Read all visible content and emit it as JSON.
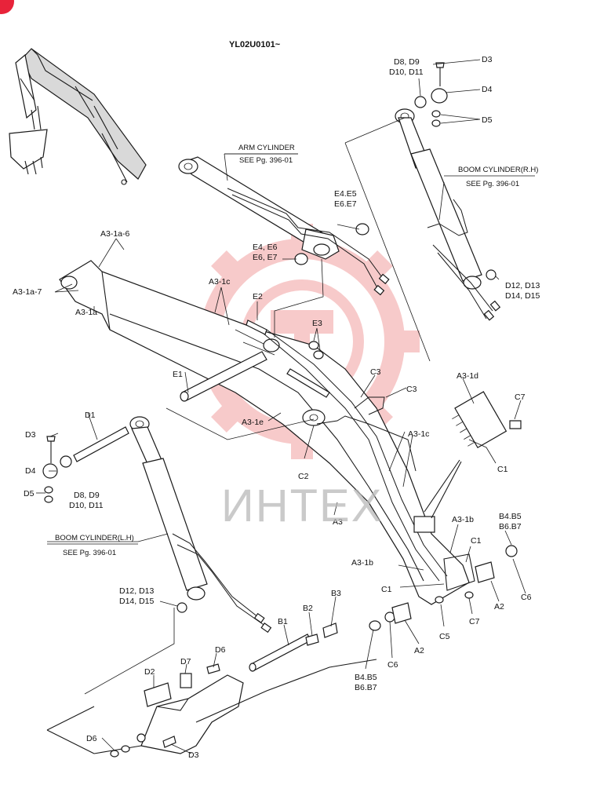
{
  "serial_range": "YL02U0101~",
  "watermark": "ИНТЕХ",
  "badge_color": "#e8233a",
  "watermark_gear_color": "#f2a0a0",
  "references": {
    "arm_cylinder": {
      "name": "ARM CYLINDER",
      "see": "SEE Pg. 396-01"
    },
    "boom_cylinder_rh": {
      "name": "BOOM CYLINDER(R.H)",
      "see": "SEE Pg. 396-01"
    },
    "boom_cylinder_lh": {
      "name": "BOOM CYLINDER(L.H)",
      "see": "SEE Pg. 396-01"
    }
  },
  "callouts": {
    "d3_top": "D3",
    "d8_d9_top": "D8, D9",
    "d10_d11_top": "D10, D11",
    "d4_top": "D4",
    "d5_top": "D5",
    "e4_e5": "E4.E5",
    "e6_e7_a": "E6.E7",
    "e4_e6": "E4, E6",
    "e6_e7_b": "E6, E7",
    "d12_d13_right": "D12, D13",
    "d14_d15_right": "D14, D15",
    "a3_1a_6": "A3-1a-6",
    "a3_1a_7": "A3-1a-7",
    "a3_1a": "A3-1a",
    "a3_1c_top": "A3-1c",
    "e2": "E2",
    "e3": "E3",
    "e1": "E1",
    "c3_a": "C3",
    "c3_b": "C3",
    "a3_1d": "A3-1d",
    "c7_top": "C7",
    "d1": "D1",
    "d3_left": "D3",
    "a3_1e": "A3-1e",
    "a3_1c_mid": "A3-1c",
    "c1_top": "C1",
    "d4_left": "D4",
    "d8_d9_left": "D8, D9",
    "d10_d11_left": "D10, D11",
    "d5_left": "D5",
    "c2": "C2",
    "a3": "A3",
    "a3_1b_a": "A3-1b",
    "b4_b5_right": "B4.B5",
    "b6_b7_right": "B6.B7",
    "c1_mid": "C1",
    "a3_1b_b": "A3-1b",
    "c1_bottom": "C1",
    "a2_right": "A2",
    "c6_right": "C6",
    "c7_bottom": "C7",
    "d12_d13_left": "D12, D13",
    "d14_d15_left": "D14, D15",
    "b3": "B3",
    "b2": "B2",
    "b1": "B1",
    "c5": "C5",
    "a2_bottom": "A2",
    "c6_bottom": "C6",
    "b4_b5_bottom": "B4.B5",
    "b6_b7_bottom": "B6.B7",
    "d6_top": "D6",
    "d7": "D7",
    "d2": "D2",
    "d6_bottom": "D6",
    "d3_bottom": "D3"
  }
}
